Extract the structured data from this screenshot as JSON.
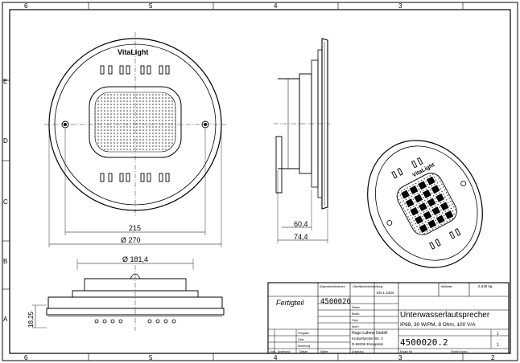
{
  "frame": {
    "cols_top": [
      "6",
      "5",
      "4",
      "3"
    ],
    "cols_bottom": [
      "6",
      "5",
      "4",
      "3",
      "2"
    ],
    "rows_left": [
      "E",
      "D",
      "C",
      "B",
      "A"
    ]
  },
  "front_view": {
    "logo": "VitaLight",
    "dims": {
      "inner": "215",
      "outer": "Ø 270"
    }
  },
  "side_view": {
    "dims": {
      "depth_a": "60,4",
      "depth_b": "74,4"
    }
  },
  "bottom_view": {
    "dims": {
      "diameter": "Ø 181,4",
      "height": "18,25"
    }
  },
  "iso_view": {
    "logo": "VitaLight"
  },
  "title_block": {
    "part_label": "Fertigteil",
    "part_number_left": "4500020",
    "title": "Unterwasserlautsprecher",
    "subtitle": "IP68, 30 W/PM, 8 Ohm, 100 V/A",
    "drawing_number": "4500020.2",
    "company": "Hugo Lahme GmbH",
    "street": "Kruberbecker Str. 2",
    "city": "D-58256 Ennepetal",
    "scale_label": "Maßstab",
    "weight": "2,548 kg",
    "material": "EN 1.4404",
    "sheet": "1",
    "sheets": "1",
    "header_fields": [
      "Allgemeintoleranzen",
      "Oberflächenbehandlung"
    ],
    "role_labels": [
      "Datum",
      "Bearb.",
      "Gepr.",
      "Norm"
    ],
    "revision_rows": [
      "Freigabe",
      "Gepr.",
      "Änderung"
    ],
    "footer_labels": [
      "Zust.",
      "Änderung",
      "Datum",
      "Name",
      "Ursprung",
      "Ersatz für",
      "Ersetzt durch"
    ]
  }
}
